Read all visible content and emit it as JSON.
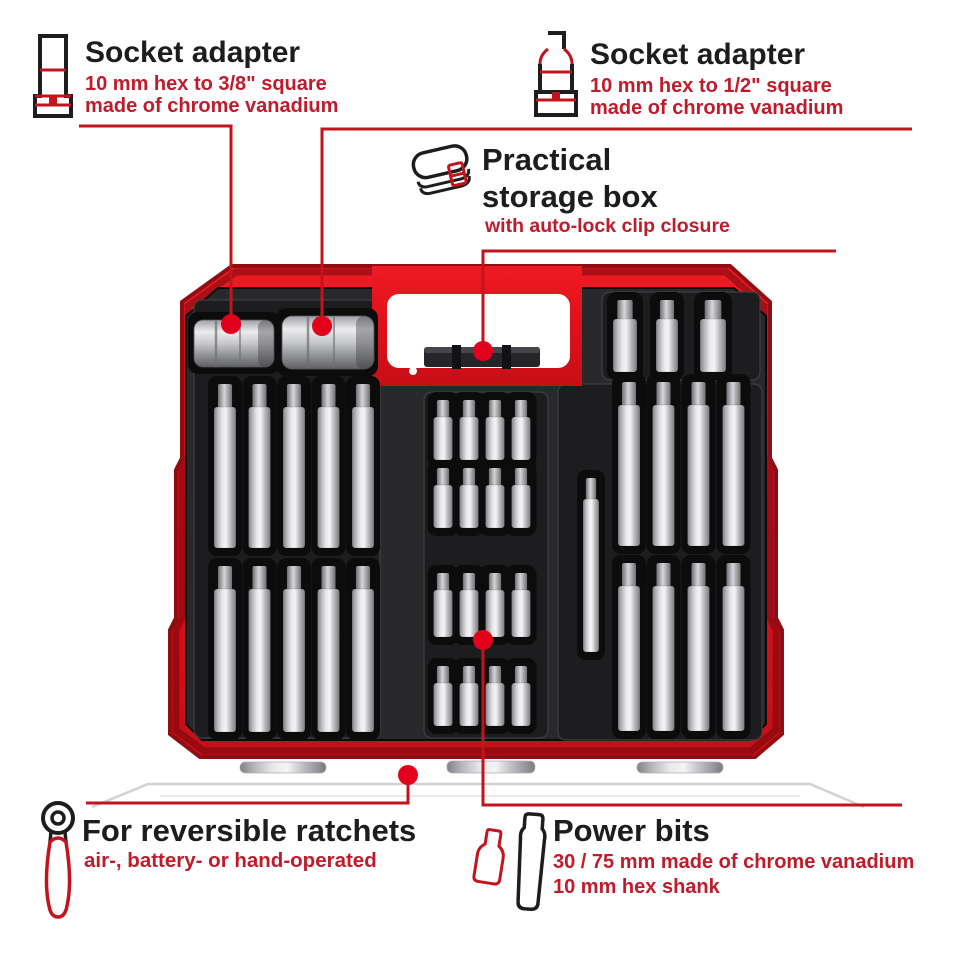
{
  "colors": {
    "case_red": "#e2001a",
    "case_red_dark": "#8f0d13",
    "leader_red": "#c3141e",
    "heading_text": "#1d1d1b",
    "subtitle_red": "#bf1b2b",
    "insert_black": "#29292b",
    "metal_silver": "#d8d8da"
  },
  "callouts": {
    "socket_adapter_left": {
      "title": "Socket adapter",
      "subtitle_line1": "10 mm hex to 3/8\" square",
      "subtitle_line2": "made of chrome vanadium"
    },
    "socket_adapter_right": {
      "title": "Socket adapter",
      "subtitle_line1": "10 mm hex to 1/2\" square",
      "subtitle_line2": "made of chrome vanadium"
    },
    "storage_box": {
      "title_line1": "Practical",
      "title_line2": "storage box",
      "subtitle": "with auto-lock clip closure"
    },
    "ratchets": {
      "title": "For reversible ratchets",
      "subtitle": "air-, battery- or hand-operated"
    },
    "power_bits": {
      "title": "Power bits",
      "subtitle_line1": "30 / 75 mm made of chrome vanadium",
      "subtitle_line2": "10 mm hex shank"
    }
  },
  "case_contents": {
    "socket_adapters": 2,
    "long_bits_left_section": 10,
    "short_bits_center_section": 16,
    "medium_bits_top_right": 3,
    "long_bits_right_section": 8,
    "slim_bits_right_section": 1
  }
}
